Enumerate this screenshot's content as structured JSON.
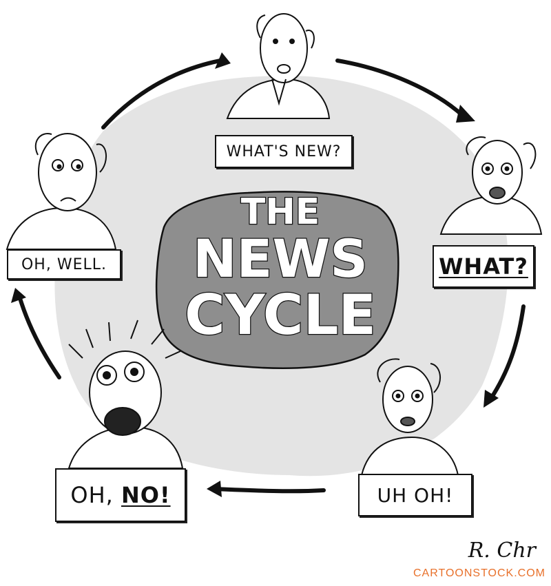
{
  "center": {
    "line1": "THE",
    "line2": "NEWS",
    "line3": "CYCLE"
  },
  "captions": {
    "whats_new": "WHAT'S NEW?",
    "what": "WHAT?",
    "uh_oh": "UH OH!",
    "oh_no_prefix": "OH,",
    "oh_no_emph": "NO!",
    "oh_well": "OH, WELL."
  },
  "signature": "R. Chr",
  "credit": "CARTOONSTOCK.COM",
  "colors": {
    "ink": "#111111",
    "wash": "#d9d9d9",
    "rock": "#8e8e8e",
    "credit": "#e8702a"
  }
}
